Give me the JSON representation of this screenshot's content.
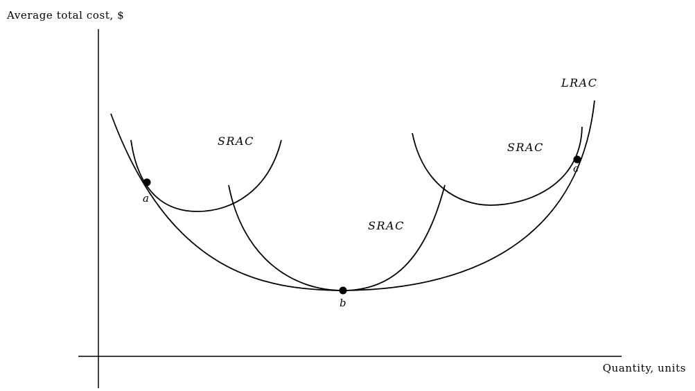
{
  "axes": {
    "y_label": "Average total cost, $",
    "x_label": "Quantity, units"
  },
  "curves": {
    "lrac_label": "LRAC",
    "srac_left_label": "SRAC",
    "srac_middle_label": "SRAC",
    "srac_right_label": "SRAC"
  },
  "points": {
    "a_label": "a",
    "b_label": "b",
    "c_label": "c"
  }
}
